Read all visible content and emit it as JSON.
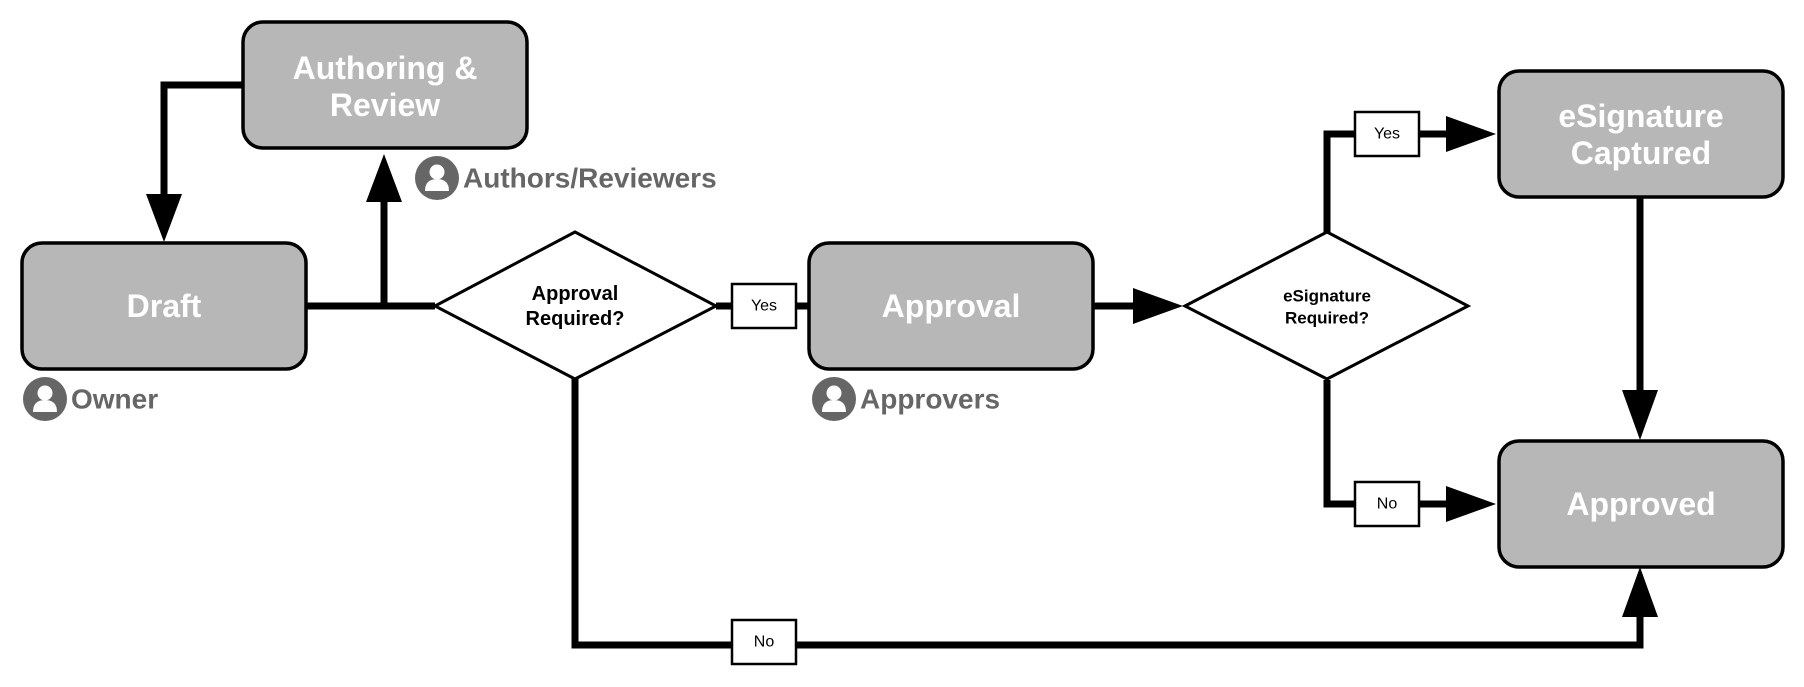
{
  "colors": {
    "node_fill": "#b7b7b7",
    "node_stroke": "#000000",
    "node_text": "#ffffff",
    "line": "#000000",
    "role_icon": "#666666",
    "role_text": "#666666"
  },
  "states": {
    "draft": "Draft",
    "authoring": [
      "Authoring &",
      "Review"
    ],
    "approval": "Approval",
    "esignature_captured": [
      "eSignature",
      "Captured"
    ],
    "approved": "Approved"
  },
  "decisions": {
    "approval_required": [
      "Approval",
      "Required?"
    ],
    "esignature_required": [
      "eSignature",
      "Required?"
    ]
  },
  "branch_labels": {
    "approval_yes": "Yes",
    "approval_no": "No",
    "esig_yes": "Yes",
    "esig_no": "No"
  },
  "roles": {
    "owner": "Owner",
    "authors_reviewers": "Authors/Reviewers",
    "approvers": "Approvers"
  },
  "icons": {
    "role": "user-icon"
  }
}
